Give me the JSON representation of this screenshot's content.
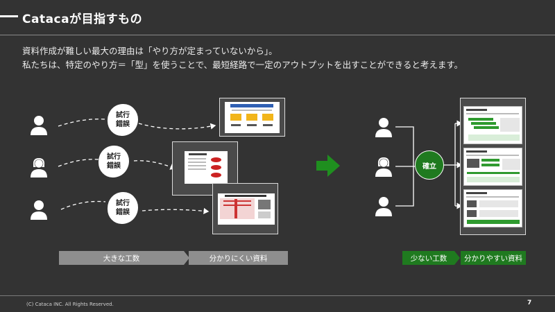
{
  "header": {
    "title": "Catacaが目指すもの"
  },
  "lead": {
    "line1": "資料作成が難しい最大の理由は「やり方が定まっていないから」。",
    "line2": "私たちは、特定のやり方＝「型」を使うことで、最短経路で一定のアウトプットを出すことができると考えます。"
  },
  "left_panel": {
    "bubbles": [
      {
        "line1": "試行",
        "line2": "錯誤"
      },
      {
        "line1": "試行",
        "line2": "錯誤"
      },
      {
        "line1": "試行",
        "line2": "錯誤"
      }
    ],
    "bar_effort": "大きな工数",
    "bar_result": "分かりにくい資料"
  },
  "right_panel": {
    "establish_label": "確立",
    "bar_effort": "少ない工数",
    "bar_result": "分かりやすい資料"
  },
  "footer": {
    "copyright": "(C) Cataca INC. All Rights Reserved.",
    "page_number": "7"
  },
  "colors": {
    "background": "#333333",
    "accent_green": "#1f7a1f",
    "bar_gray": "#8e8e8e"
  }
}
